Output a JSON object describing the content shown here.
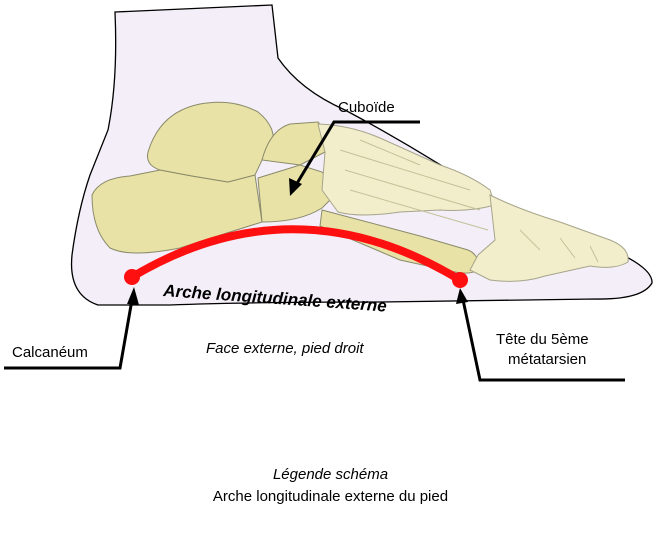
{
  "labels": {
    "cuboid": "Cuboïde",
    "calcaneum": "Calcanéum",
    "metatarsal_line1": "Tête du 5ème",
    "metatarsal_line2": "métatarsien",
    "view": "Face externe, pied droit",
    "arch": "Arche longitudinale externe"
  },
  "caption": {
    "title": "Légende schéma",
    "subtitle": "Arche longitudinale externe du pied"
  },
  "colors": {
    "skin_fill": "#f3eef8",
    "bone_fill": "#e8e2a6",
    "bone_light": "#f2eecc",
    "arch": "#ff1010",
    "outline": "#000000"
  }
}
